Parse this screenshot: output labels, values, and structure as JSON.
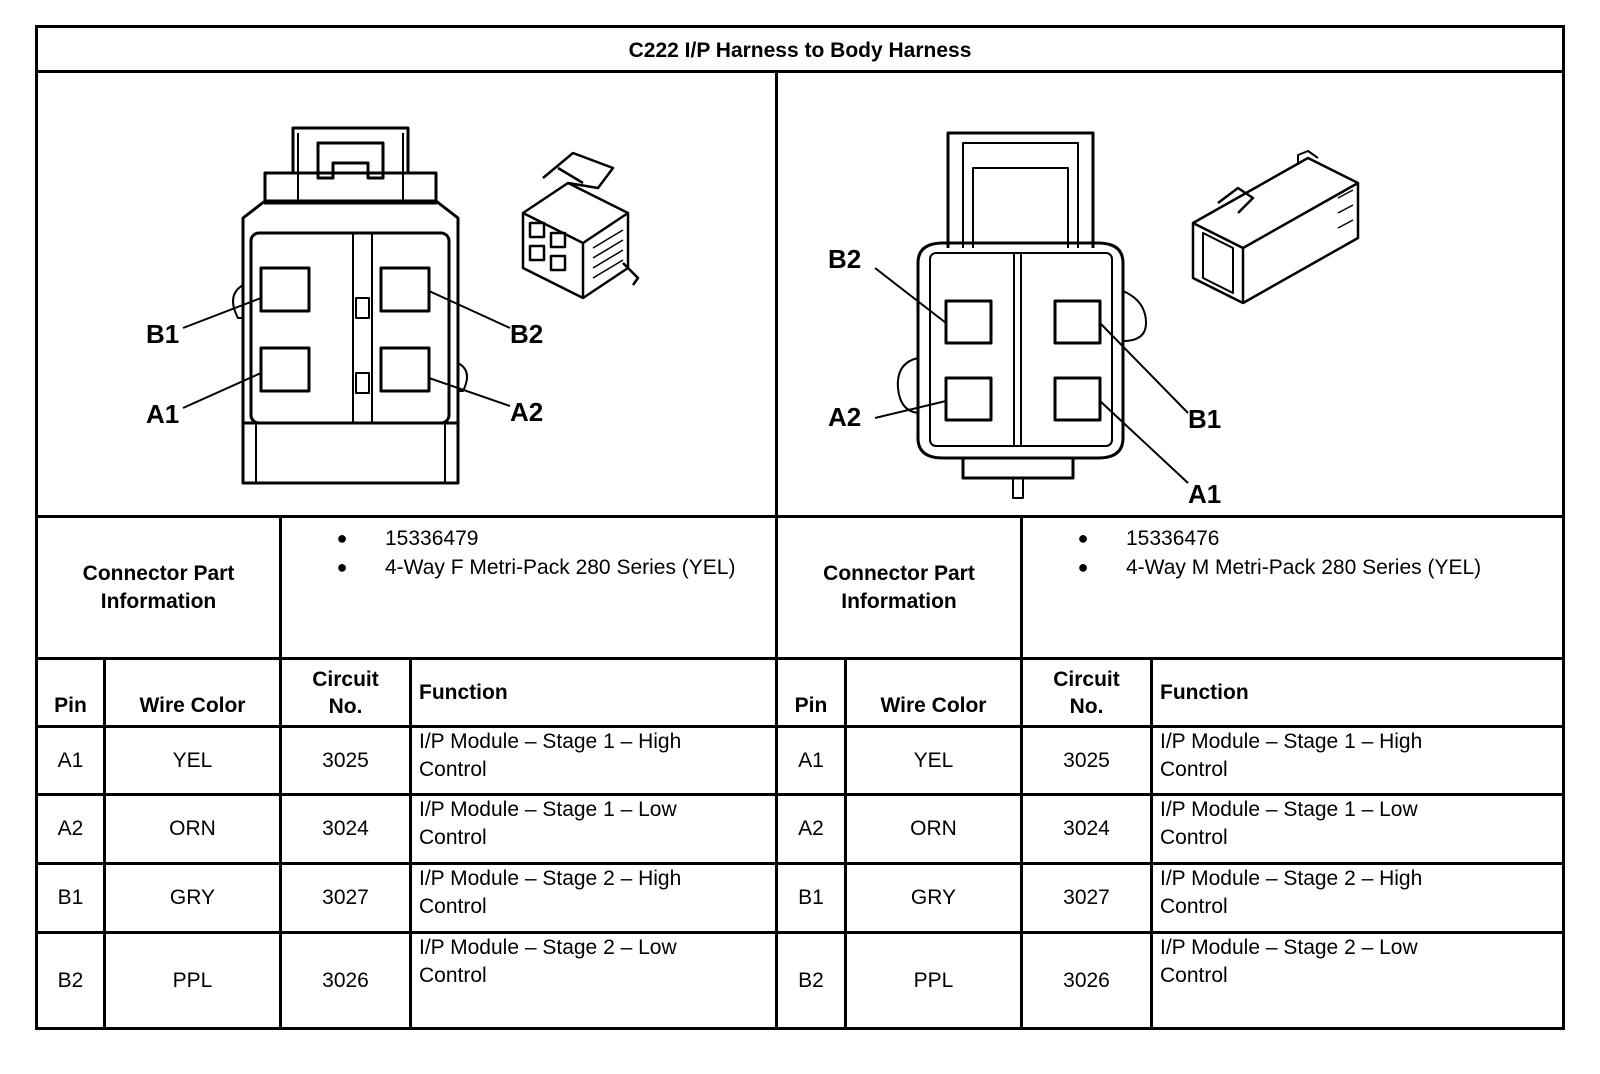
{
  "title": "C222 I/P Harness to Body Harness",
  "left_diagram": {
    "labels": [
      "B1",
      "B2",
      "A1",
      "A2"
    ]
  },
  "right_diagram": {
    "labels": [
      "B2",
      "B1",
      "A2",
      "A1"
    ]
  },
  "left_info": {
    "label_line1": "Connector Part",
    "label_line2": "Information",
    "items": [
      "15336479",
      "4-Way F Metri-Pack 280 Series (YEL)"
    ]
  },
  "right_info": {
    "label_line1": "Connector Part",
    "label_line2": "Information",
    "items": [
      "15336476",
      "4-Way M Metri-Pack 280 Series (YEL)"
    ]
  },
  "table_headers": {
    "pin": "Pin",
    "wire_color": "Wire Color",
    "circuit_line1": "Circuit",
    "circuit_line2": "No.",
    "function": "Function"
  },
  "left_rows": [
    {
      "pin": "A1",
      "color": "YEL",
      "circuit": "3025",
      "func1": "I/P Module – Stage 1 – High",
      "func2": "Control"
    },
    {
      "pin": "A2",
      "color": "ORN",
      "circuit": "3024",
      "func1": "I/P Module – Stage 1 – Low",
      "func2": "Control"
    },
    {
      "pin": "B1",
      "color": "GRY",
      "circuit": "3027",
      "func1": "I/P Module – Stage 2 – High",
      "func2": "Control"
    },
    {
      "pin": "B2",
      "color": "PPL",
      "circuit": "3026",
      "func1": "I/P Module – Stage 2 – Low",
      "func2": "Control"
    }
  ],
  "right_rows": [
    {
      "pin": "A1",
      "color": "YEL",
      "circuit": "3025",
      "func1": "I/P Module – Stage 1 – High",
      "func2": "Control"
    },
    {
      "pin": "A2",
      "color": "ORN",
      "circuit": "3024",
      "func1": "I/P Module – Stage 1 – Low",
      "func2": "Control"
    },
    {
      "pin": "B1",
      "color": "GRY",
      "circuit": "3027",
      "func1": "I/P Module – Stage 2 – High",
      "func2": "Control"
    },
    {
      "pin": "B2",
      "color": "PPL",
      "circuit": "3026",
      "func1": "I/P Module – Stage 2 – Low",
      "func2": "Control"
    }
  ]
}
